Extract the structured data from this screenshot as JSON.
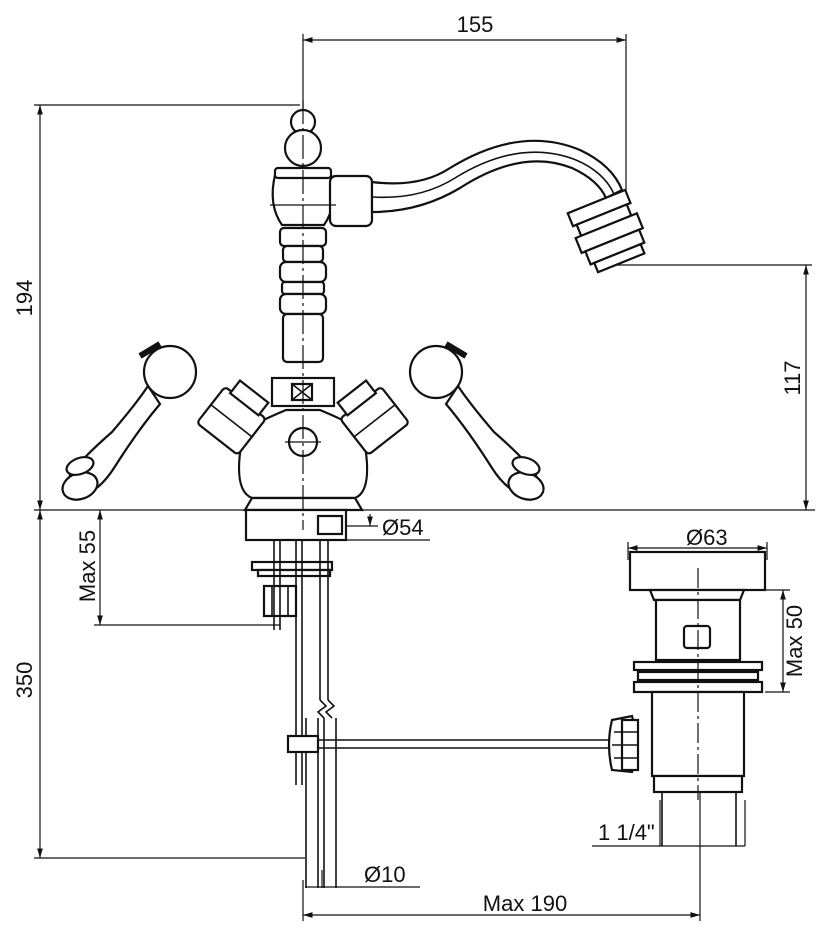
{
  "dimensions": {
    "top_width": "155",
    "height_total": "194",
    "spout_height": "117",
    "thread_max": "Max 55",
    "base_diameter": "Ø54",
    "below_length": "350",
    "waste_diameter": "Ø63",
    "waste_max": "Max 50",
    "waste_thread": "1 1/4\"",
    "rod_diameter": "Ø10",
    "rod_reach": "Max 190"
  }
}
